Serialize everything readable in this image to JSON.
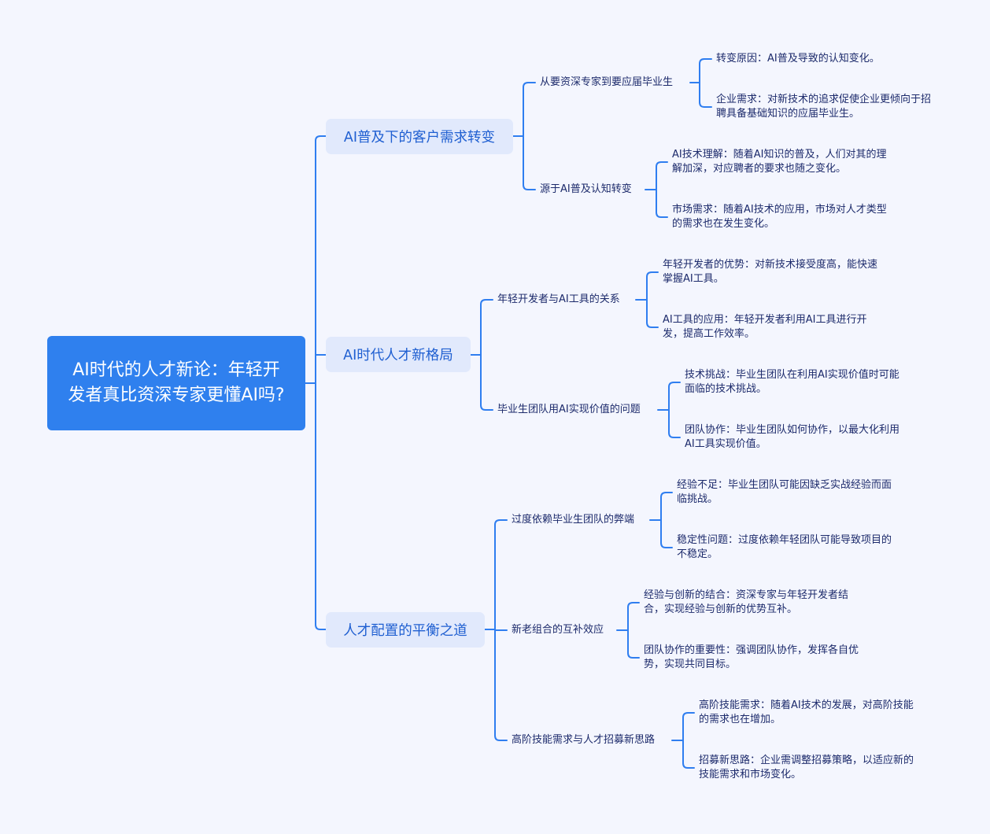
{
  "root": {
    "title": "AI时代的人才新论：年轻开发者真比资深专家更懂AI吗?"
  },
  "branches": [
    {
      "label": "AI普及下的客户需求转变",
      "children": [
        {
          "label": "从要资深专家到要应届毕业生",
          "children": [
            "转变原因：AI普及导致的认知变化。",
            "企业需求：对新技术的追求促使企业更倾向于招聘具备基础知识的应届毕业生。"
          ]
        },
        {
          "label": "源于AI普及认知转变",
          "children": [
            "AI技术理解：随着AI知识的普及，人们对其的理解加深，对应聘者的要求也随之变化。",
            "市场需求：随着AI技术的应用，市场对人才类型的需求也在发生变化。"
          ]
        }
      ]
    },
    {
      "label": "AI时代人才新格局",
      "children": [
        {
          "label": "年轻开发者与AI工具的关系",
          "children": [
            "年轻开发者的优势：对新技术接受度高，能快速掌握AI工具。",
            "AI工具的应用：年轻开发者利用AI工具进行开发，提高工作效率。"
          ]
        },
        {
          "label": "毕业生团队用AI实现价值的问题",
          "children": [
            "技术挑战：毕业生团队在利用AI实现价值时可能面临的技术挑战。",
            "团队协作：毕业生团队如何协作，以最大化利用AI工具实现价值。"
          ]
        }
      ]
    },
    {
      "label": "人才配置的平衡之道",
      "children": [
        {
          "label": "过度依赖毕业生团队的弊端",
          "children": [
            "经验不足：毕业生团队可能因缺乏实战经验而面临挑战。",
            "稳定性问题：过度依赖年轻团队可能导致项目的不稳定。"
          ]
        },
        {
          "label": "新老组合的互补效应",
          "children": [
            "经验与创新的结合：资深专家与年轻开发者结合，实现经验与创新的优势互补。",
            "团队协作的重要性：强调团队协作，发挥各自优势，实现共同目标。"
          ]
        },
        {
          "label": "高阶技能需求与人才招募新思路",
          "children": [
            "高阶技能需求：随着AI技术的发展，对高阶技能的需求也在增加。",
            "招募新思路：企业需调整招募策略，以适应新的技能需求和市场变化。"
          ]
        }
      ]
    }
  ]
}
